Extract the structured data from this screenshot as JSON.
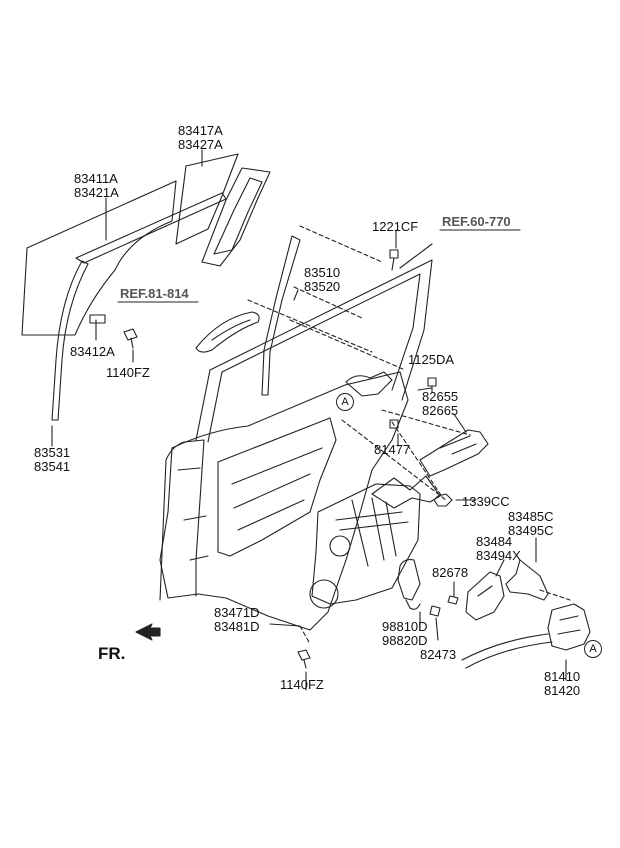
{
  "parts": {
    "p83417a": [
      "83417A",
      "83427A"
    ],
    "p83411a": [
      "83411A",
      "83421A"
    ],
    "p1221cf": "1221CF",
    "p83510": [
      "83510",
      "83520"
    ],
    "p83412a": "83412A",
    "p1140fz_top": "1140FZ",
    "p1125da": "1125DA",
    "p82655": [
      "82655",
      "82665"
    ],
    "p81477": "81477",
    "p83531": [
      "83531",
      "83541"
    ],
    "p1339cc": "1339CC",
    "p83485c": [
      "83485C",
      "83495C"
    ],
    "p83484": [
      "83484",
      "83494X"
    ],
    "p82678": "82678",
    "p83471d": [
      "83471D",
      "83481D"
    ],
    "p98810d": [
      "98810D",
      "98820D"
    ],
    "p82473": "82473",
    "p81410": [
      "81410",
      "81420"
    ],
    "p1140fz_bottom": "1140FZ"
  },
  "refs": {
    "ref60": "REF.60-770",
    "ref81": "REF.81-814"
  },
  "callouts": {
    "a1": "A",
    "a2": "A"
  },
  "front_label": "FR.",
  "colors": {
    "line": "#222222",
    "ref_text": "#555555"
  }
}
